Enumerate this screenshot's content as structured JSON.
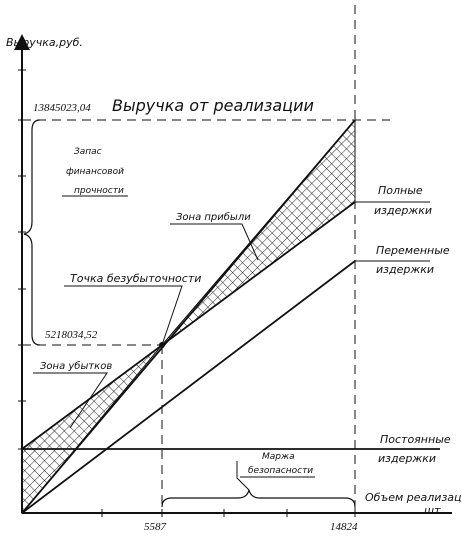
{
  "axes": {
    "y_label": "Выручка,руб.",
    "x_label_line1": "Объем реализации",
    "x_label_line2": "шт."
  },
  "y_ticks": {
    "top": "13845023,04",
    "breakeven": "5218034,52"
  },
  "x_ticks": {
    "breakeven": "5587",
    "max": "14824"
  },
  "title": "Выручка от реализации",
  "labels": {
    "reserve_line1": "Запас",
    "reserve_line2": "финансовой",
    "reserve_line3": "прочности",
    "profit_zone": "Зона прибыли",
    "breakeven_point": "Точка безубыточности",
    "loss_zone": "Зона убытков",
    "total_costs_line1": "Полные",
    "total_costs_line2": "издержки",
    "variable_costs_line1": "Переменные",
    "variable_costs_line2": "издержки",
    "fixed_costs_line1": "Постоянные",
    "fixed_costs_line2": "издержки",
    "safety_margin_line1": "Маржа",
    "safety_margin_line2": "безопасности"
  }
}
